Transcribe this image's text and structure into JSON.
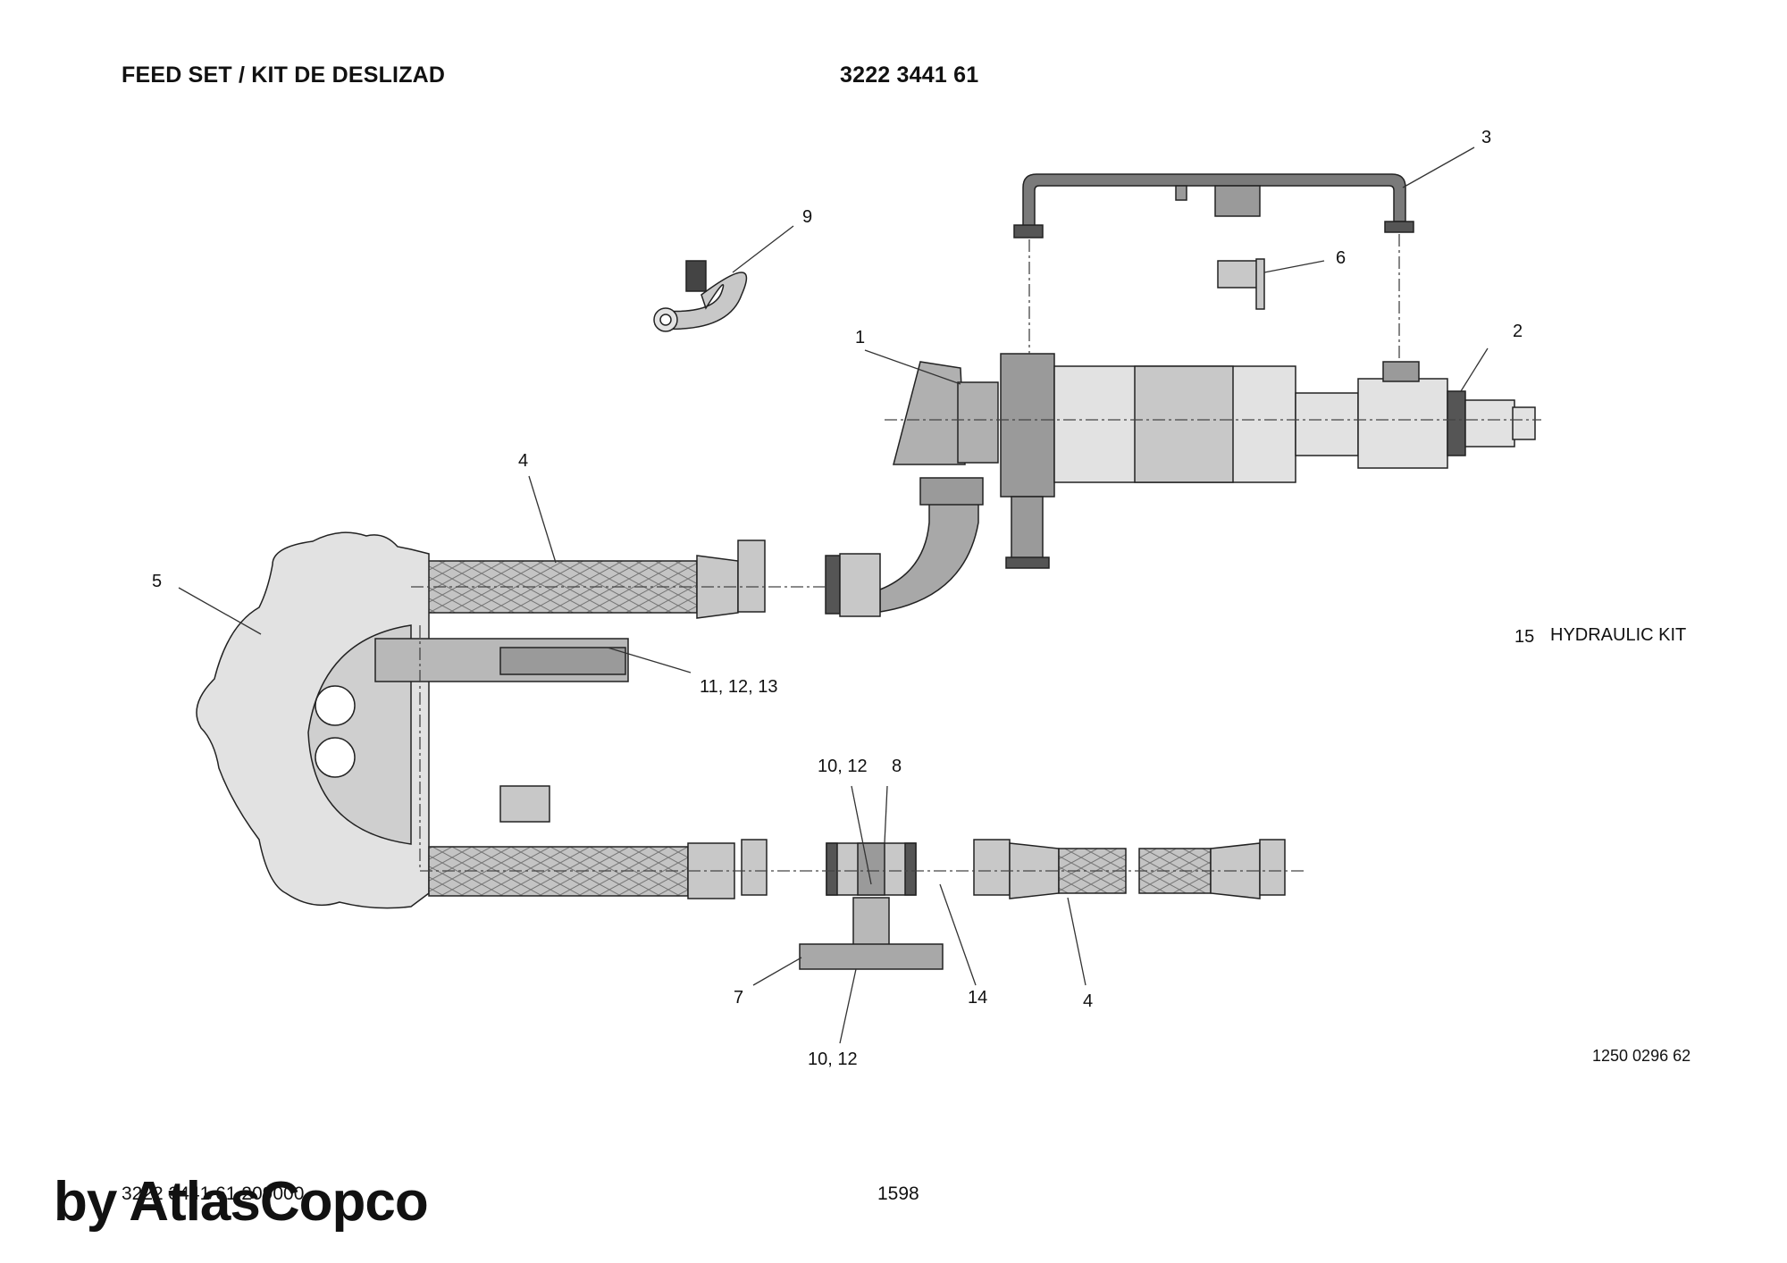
{
  "header": {
    "title": "FEED SET / KIT DE DESLIZAD",
    "part_number": "3222 3441 61"
  },
  "callouts": {
    "c1": "1",
    "c2": "2",
    "c3": "3",
    "c4a": "4",
    "c4b": "4",
    "c5": "5",
    "c6": "6",
    "c7": "7",
    "c8": "8",
    "c9": "9",
    "c10_12_top": "10, 12",
    "c10_12_bottom": "10, 12",
    "c11_12_13": "11, 12, 13",
    "c14": "14"
  },
  "kit_note": {
    "number": "15",
    "label": "HYDRAULIC KIT"
  },
  "drawing_number": "1250 0296 62",
  "footer": {
    "doc_ref": "3222 3441 61  209000",
    "page": "1598",
    "watermark": "by AtlasCopco"
  },
  "colors": {
    "line": "#222222",
    "light_fill": "#e2e2e2",
    "mid_fill": "#b9b9b9",
    "dark_fill": "#7a7a7a"
  }
}
